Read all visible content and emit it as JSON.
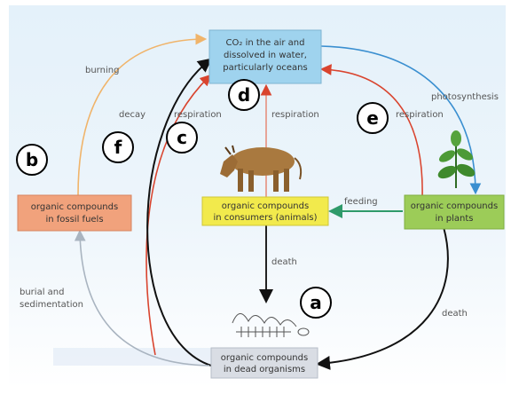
{
  "boxes": {
    "co2": [
      "CO₂ in the air and",
      "dissolved in water,",
      "particularly oceans"
    ],
    "fossil": [
      "organic compounds",
      "in fossil fuels"
    ],
    "consumers": [
      "organic compounds",
      "in consumers (animals)"
    ],
    "plants": [
      "organic compounds",
      "in plants"
    ],
    "dead": [
      "organic compounds",
      "in dead organisms"
    ]
  },
  "arrow_labels": {
    "burning": "burning",
    "photosynthesis": "photosynthesis",
    "decay": "decay",
    "respiration_c": "respiration",
    "respiration_d": "respiration",
    "respiration_e": "respiration",
    "feeding": "feeding",
    "death_center": "death",
    "death_right": "death",
    "burial_1": "burial and",
    "burial_2": "sedimentation"
  },
  "markers": {
    "a": "a",
    "b": "b",
    "c": "c",
    "d": "d",
    "e": "e",
    "f": "f"
  },
  "colors": {
    "co2_box": "#9fd3ee",
    "fossil_box": "#f1a27c",
    "consumers_box": "#f2ea4c",
    "plants_box": "#9ccc58",
    "dead_box": "#d9dde4",
    "arrow_burning": "#f0b46a",
    "arrow_photosynthesis": "#3a8fd0",
    "arrow_respiration": "#d9442e",
    "arrow_feeding": "#2e9a6a",
    "arrow_black": "#111111",
    "arrow_grey": "#a9b4c0"
  }
}
